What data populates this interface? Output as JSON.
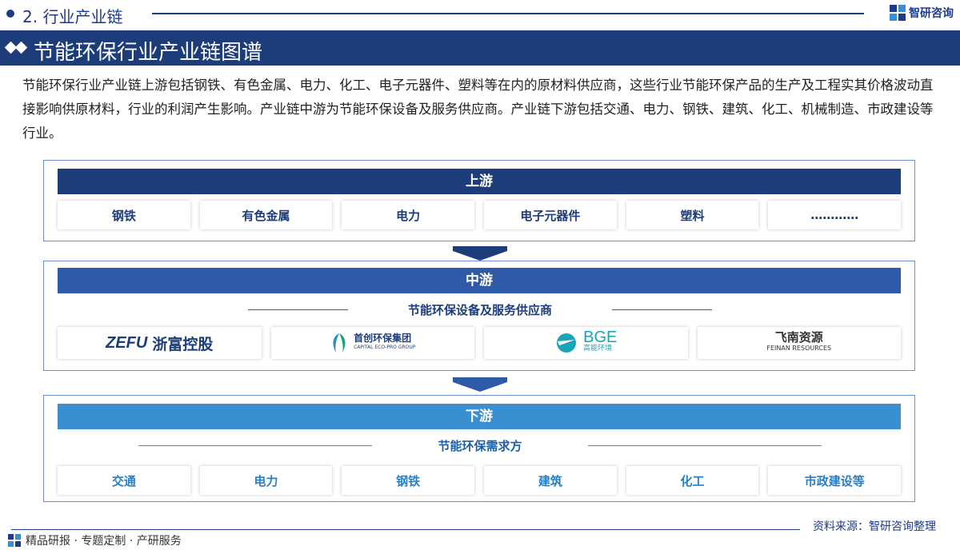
{
  "header": {
    "section": "2. 行业产业链",
    "brand": "智研咨询"
  },
  "title": "节能环保行业产业链图谱",
  "intro": "节能环保行业产业链上游包括钢铁、有色金属、电力、化工、电子元器件、塑料等在内的原材料供应商，这些行业节能环保产品的生产及工程实其价格波动直接影响供原材料，行业的利润产生影响。产业链中游为节能环保设备及服务供应商。产业链下游包括交通、电力、钢铁、建筑、化工、机械制造、市政建设等行业。",
  "upstream": {
    "label": "上游",
    "items": [
      "钢铁",
      "有色金属",
      "电力",
      "电子元器件",
      "塑料",
      "…………"
    ]
  },
  "midstream": {
    "label": "中游",
    "subtitle": "节能环保设备及服务供应商",
    "companies": [
      {
        "mark": "ZEFU",
        "name": "浙富控股"
      },
      {
        "name": "首创环保集团",
        "en": "CAPITAL ECO-PRO GROUP"
      },
      {
        "mark": "BGE",
        "name": "高能环境"
      },
      {
        "name": "飞南资源",
        "en": "FEINAN RESOURCES"
      }
    ]
  },
  "downstream": {
    "label": "下游",
    "subtitle": "节能环保需求方",
    "items": [
      "交通",
      "电力",
      "钢铁",
      "建筑",
      "化工",
      "市政建设等"
    ]
  },
  "footer": {
    "source": "资料来源：智研咨询整理",
    "slogan": "精品研报 · 专题定制 · 产研服务"
  },
  "colors": {
    "dark_blue": "#1c3d7a",
    "mid_blue": "#2f5aa8",
    "light_blue": "#3a8fd0"
  }
}
